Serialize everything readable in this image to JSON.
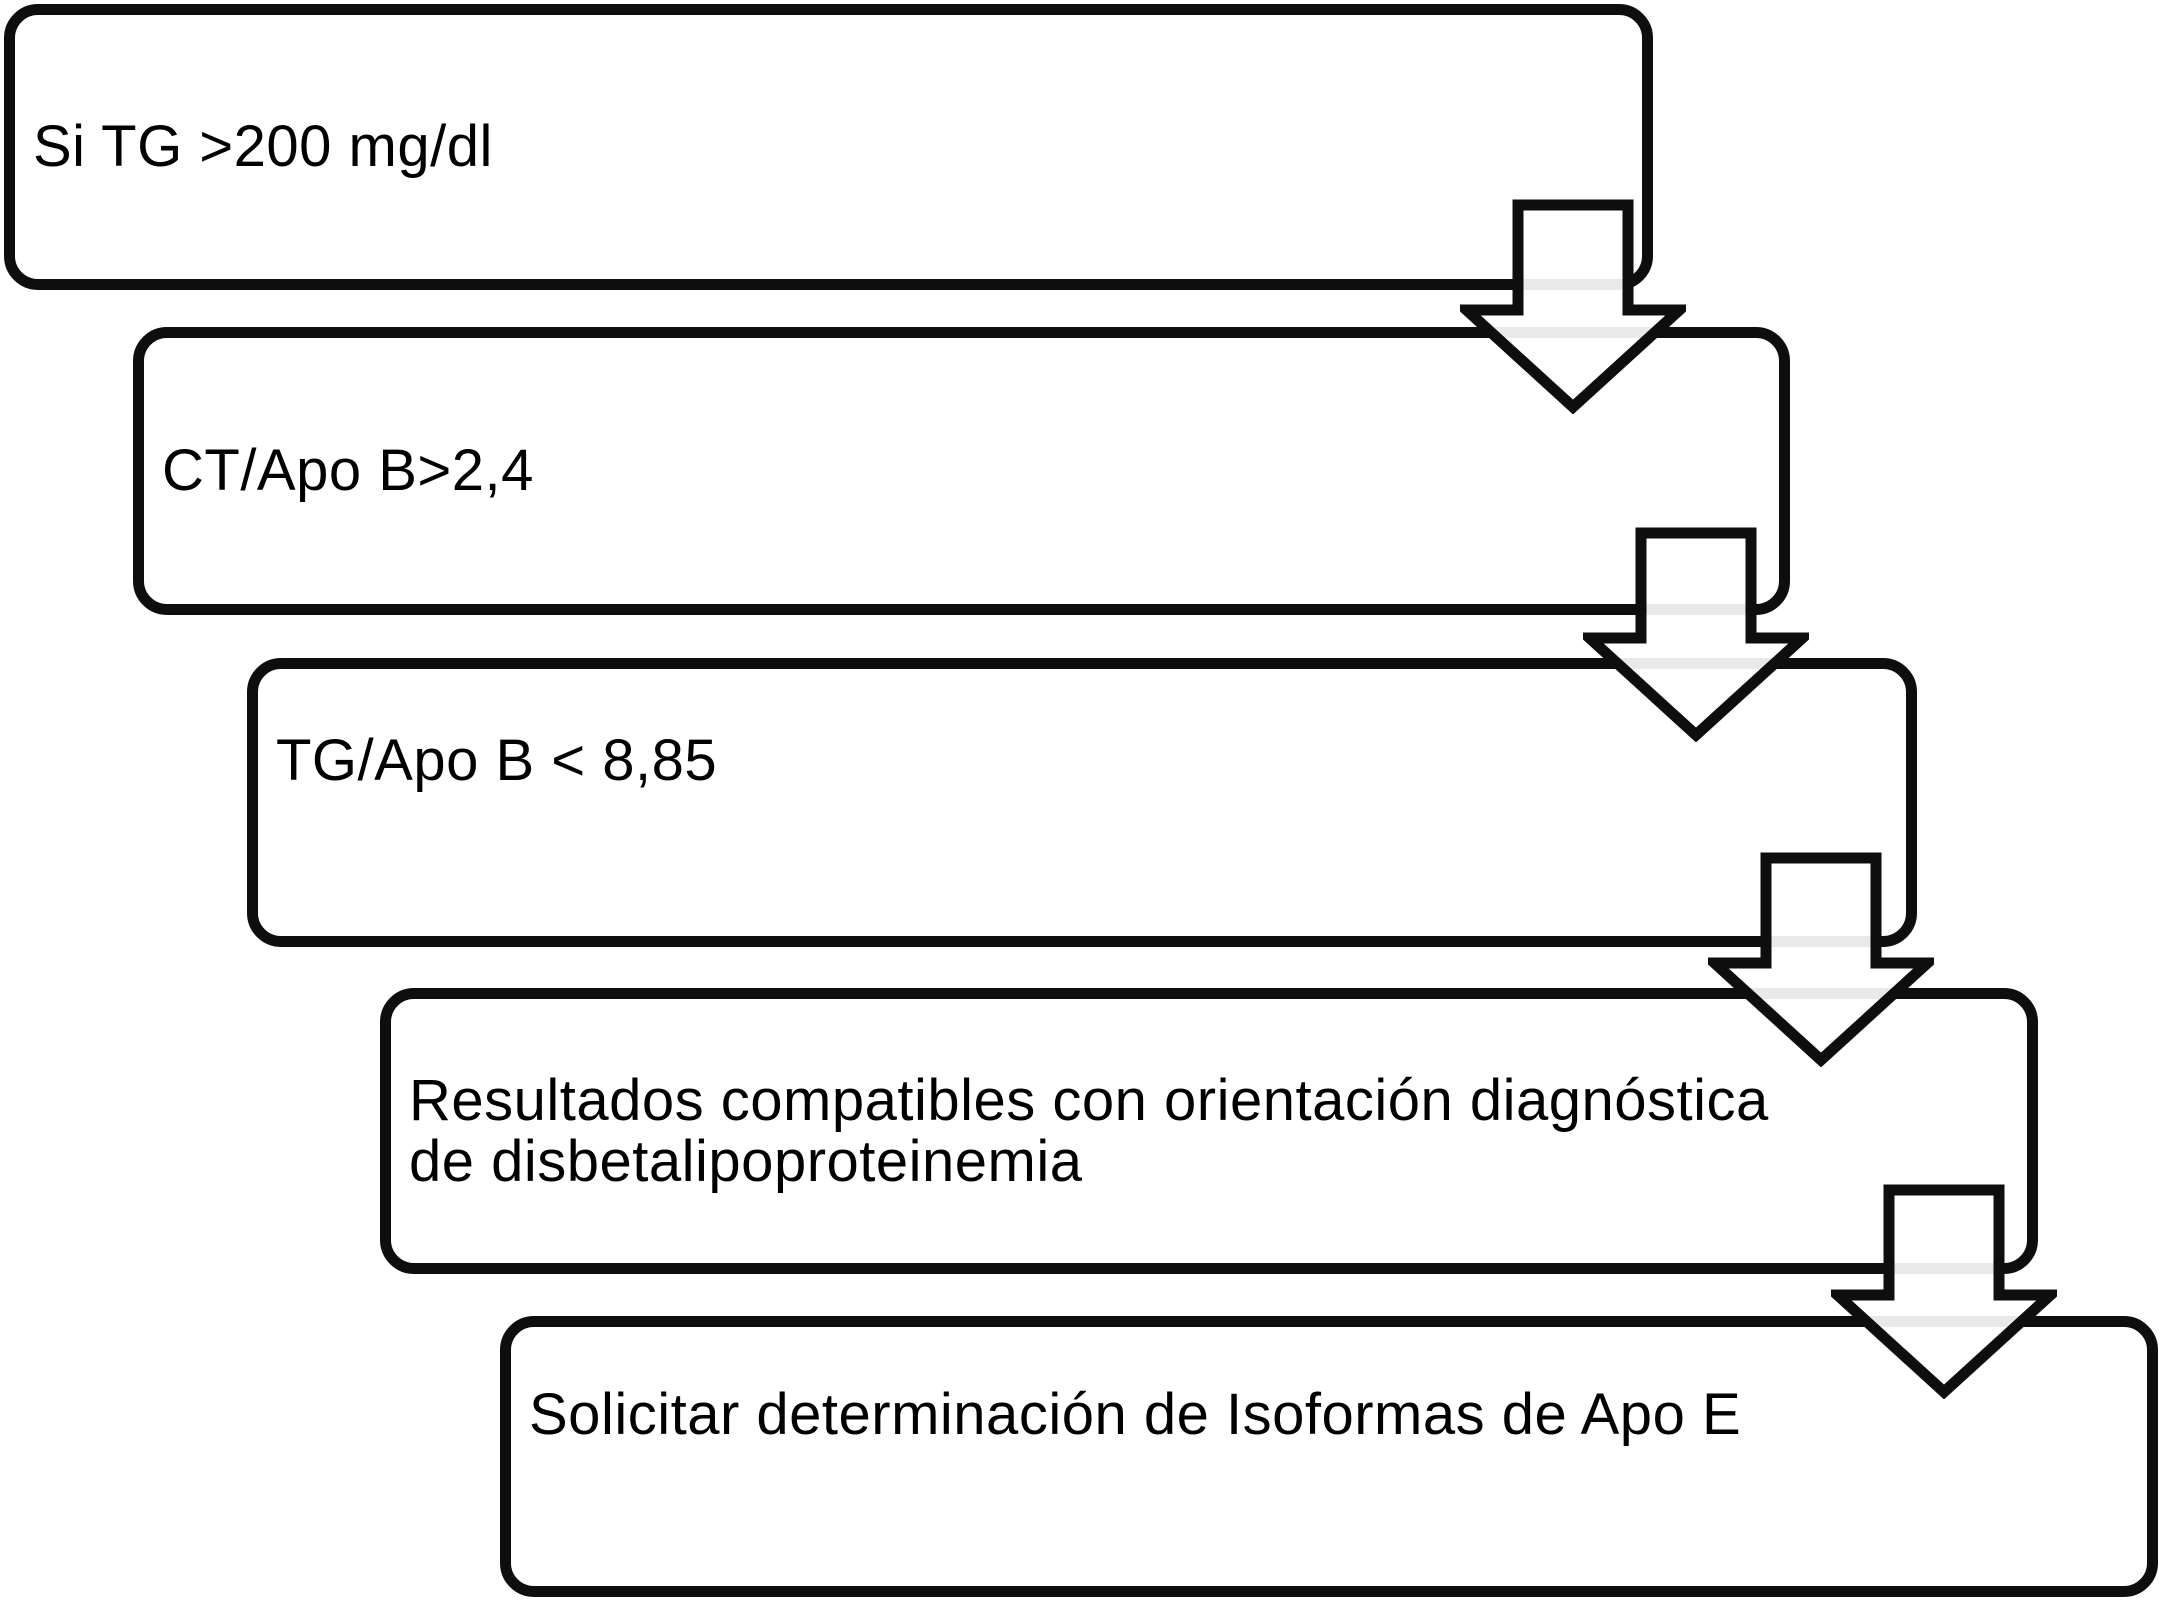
{
  "diagram": {
    "kind": "flowchart",
    "language": "es",
    "steps": [
      {
        "label": "Si TG >200 mg/dl"
      },
      {
        "label": "CT/Apo B>2,4"
      },
      {
        "label": "TG/Apo B < 8,85"
      },
      {
        "label": "Resultados compatibles con orientación diagnóstica\nde disbetalipoproteinemia"
      },
      {
        "label": "Solicitar determinación de Isoformas de Apo E"
      }
    ],
    "connector_icon": "down-block-arrow-icon",
    "colors": {
      "border": "#0e0e0e",
      "box_fill": "#ffffff",
      "background": "#ffffff",
      "text": "#000000",
      "border_seen_through_arrow": "#e8e8e8"
    }
  }
}
